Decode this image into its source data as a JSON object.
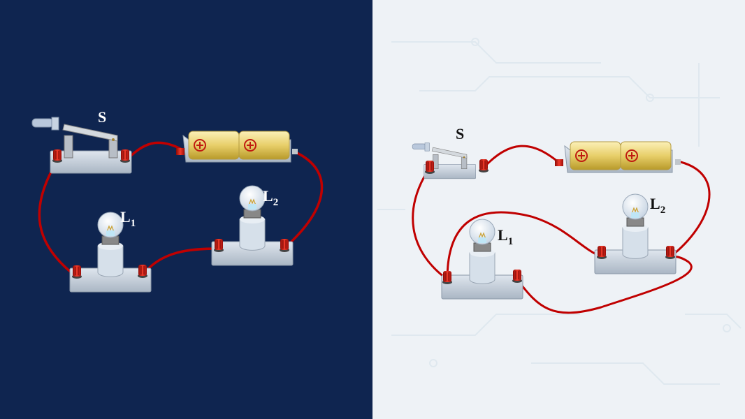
{
  "panels": [
    {
      "name": "series-circuit",
      "background": "#0f2550",
      "label_color": "#ffffff",
      "labels": {
        "switch": "S",
        "lamp1": "L",
        "lamp1_sub": "1",
        "lamp2": "L",
        "lamp2_sub": "2"
      }
    },
    {
      "name": "parallel-circuit",
      "background": "#eef2f6",
      "label_color": "#111111",
      "labels": {
        "switch": "S",
        "lamp1": "L",
        "lamp1_sub": "1",
        "lamp2": "L",
        "lamp2_sub": "2"
      }
    }
  ],
  "colors": {
    "wire": "#c00000",
    "terminal": "#d0150f",
    "base": "#c7d2de",
    "battery": "#e8cf6a"
  }
}
